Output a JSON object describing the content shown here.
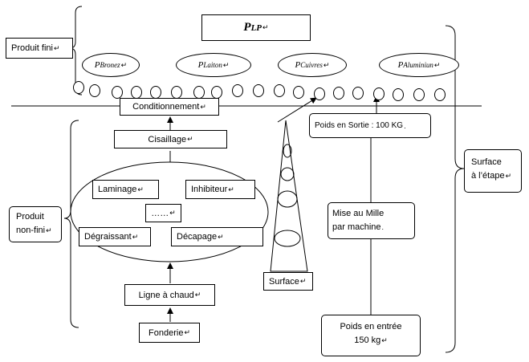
{
  "diagram": {
    "title": {
      "symbol": "P",
      "subscript": "LP"
    },
    "products": [
      {
        "symbol": "P",
        "subscript": "Bronez"
      },
      {
        "symbol": "P",
        "subscript": "Laiton"
      },
      {
        "symbol": "P",
        "subscript": "Cuivres"
      },
      {
        "symbol": "P",
        "subscript": "Aluminiun"
      }
    ],
    "produit_fini_label": "Produit fini",
    "produit_non_fini_label": [
      "Produit",
      "non-fini"
    ],
    "surface_etape_label": [
      "Surface",
      "à l’étape"
    ],
    "process_steps": {
      "conditionnement": "Conditionnement",
      "cisaillage": "Cisaillage",
      "laminage": "Laminage",
      "inhibiteur": "Inhibiteur",
      "ellipsis": "……",
      "degraissant": "Dégraissant",
      "decapage": "Décapage",
      "ligne_a_chaud": "Ligne à chaud",
      "fonderie": "Fonderie"
    },
    "surface_label": "Surface",
    "poids_sortie": "Poids en Sortie : 100 KG",
    "mise_au_mille": [
      "Mise au Mille",
      "par machine"
    ],
    "poids_entree": [
      "Poids en entrée",
      "150 kg"
    ],
    "return_mark": "↵",
    "line_colour": "#000000"
  }
}
